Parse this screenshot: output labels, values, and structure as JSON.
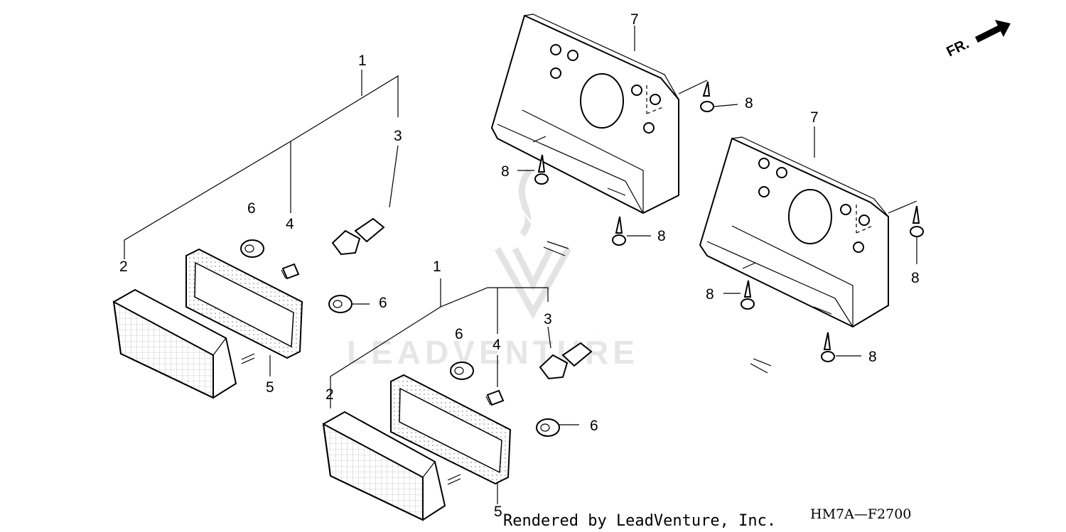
{
  "diagram": {
    "callouts": {
      "a1": "1",
      "a2": "2",
      "a3": "3",
      "a4": "4",
      "a5": "5",
      "a6": "6",
      "b1": "1",
      "b2": "2",
      "b3": "3",
      "b4": "4",
      "b5": "5",
      "b6a": "6",
      "b6b": "6",
      "c7": "7",
      "c8a": "8",
      "c8b": "8",
      "c8c": "8",
      "d7": "7",
      "d8a": "8",
      "d8b": "8",
      "d8c": "8"
    },
    "direction_label": "FR.",
    "watermark": "LEADVENTURE",
    "footer": {
      "credit": "Rendered by LeadVenture, Inc.",
      "diagram_code": "HM7A—F2700"
    }
  }
}
